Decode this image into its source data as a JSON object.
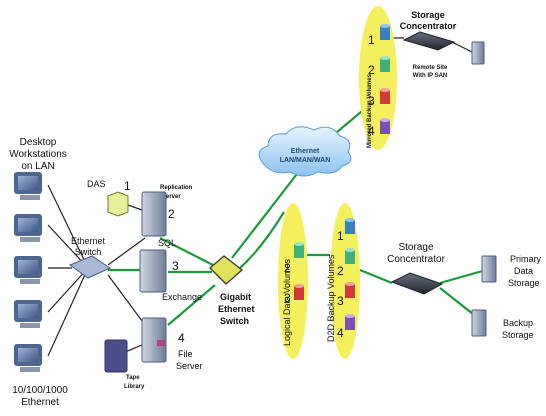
{
  "desktops": {
    "title_lines": [
      "Desktop",
      "Workstations",
      "on LAN"
    ],
    "footer_lines": [
      "10/100/1000",
      "Ethernet"
    ]
  },
  "ethernet_switch": {
    "lines": [
      "Ethernet",
      "Switch"
    ]
  },
  "das": {
    "label": "DAS",
    "num": "1"
  },
  "replication_server": {
    "lines": [
      "Replication",
      "Server"
    ],
    "num": "2",
    "tag": "SQL"
  },
  "exchange": {
    "num": "3",
    "label": "Exchange"
  },
  "file_server": {
    "num": "4",
    "lines": [
      "File",
      "Server"
    ]
  },
  "tape_library": {
    "lines": [
      "Tape",
      "Library"
    ]
  },
  "gigabit_switch": {
    "lines": [
      "Gigabit",
      "Ethernet",
      "Switch"
    ]
  },
  "cloud": {
    "lines": [
      "Ethernet",
      "LAN/MAN/WAN"
    ]
  },
  "mirrored": {
    "title": "Mirrored Backup Volumes",
    "nums": [
      "1",
      "2",
      "3",
      "4"
    ],
    "concentrator_lines": [
      "Storage",
      "Concentrator"
    ],
    "remote_lines": [
      "Remote Site",
      "With IP SAN"
    ]
  },
  "logical": {
    "title": "Logical Data Volumes",
    "nums": [
      "2",
      "3"
    ]
  },
  "d2d": {
    "title": "D2D Backup Volumes",
    "nums": [
      "1",
      "2",
      "3",
      "4"
    ]
  },
  "concentrator_main": {
    "lines": [
      "Storage",
      "Concentrator"
    ]
  },
  "primary": {
    "lines": [
      "Primary",
      "Data",
      "Storage"
    ]
  },
  "backup": {
    "lines": [
      "Backup",
      "Storage"
    ]
  },
  "colors": {
    "oval": "#f4ef5c",
    "link_green": "#1a9a3a",
    "disk_blue": "#3a7fc4",
    "disk_green": "#3fb07a",
    "disk_red": "#d23a3a",
    "disk_purple": "#7a4fb6"
  }
}
